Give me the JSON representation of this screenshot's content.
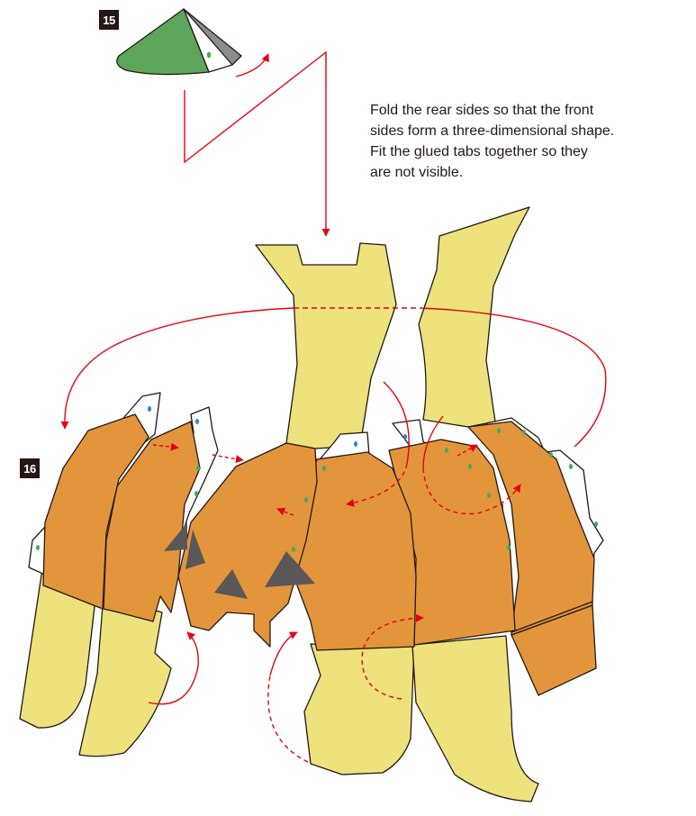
{
  "steps": [
    {
      "number": "15"
    },
    {
      "number": "16"
    }
  ],
  "instruction_lines": [
    "Fold the rear sides so that the front",
    "sides form a three-dimensional shape.",
    "Fit the glued tabs together so they",
    "are not visible."
  ],
  "colors": {
    "pumpkin_orange": "#E3953B",
    "pale_yellow": "#EDE27C",
    "cone_green": "#5DA55A",
    "cone_grey": "#8C8C8C",
    "face_grey": "#595757",
    "arrow_red": "#E60012",
    "glue_dot_green": "#3DAE5A",
    "glue_dot_blue": "#1E88D3",
    "outline": "#231815"
  },
  "icons": [
    "fold-arrow-icon",
    "rotate-arrow-icon",
    "glue-dot-icon"
  ]
}
